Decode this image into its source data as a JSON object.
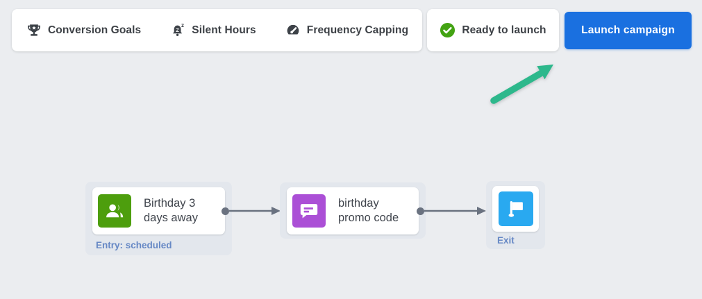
{
  "colors": {
    "page_bg": "#ebedf0",
    "card_bg": "#ffffff",
    "primary_blue": "#1a70e0",
    "success_green": "#43a313",
    "node_green": "#4d9e0d",
    "node_purple": "#ab4fd6",
    "node_blue": "#29a9f0",
    "annotation_teal": "#2db88c",
    "connector_gray": "#6a7280",
    "caption_blue": "#6688c5",
    "toolbar_icon_gray": "#3d4248"
  },
  "toolbar": {
    "items": [
      {
        "label": "Conversion Goals",
        "icon": "trophy-icon"
      },
      {
        "label": "Silent Hours",
        "icon": "bell-snooze-icon"
      },
      {
        "label": "Frequency Capping",
        "icon": "gauge-icon"
      }
    ],
    "status": {
      "label": "Ready to launch",
      "icon": "check-circle-icon"
    },
    "launch_button": "Launch campaign"
  },
  "annotation": {
    "icon": "teal-arrow",
    "points_to": "Launch campaign"
  },
  "flow": {
    "nodes": [
      {
        "type": "entry",
        "icon": "people-icon",
        "title_line1": "Birthday 3",
        "title_line2": "days away",
        "caption": "Entry: scheduled"
      },
      {
        "type": "message",
        "icon": "chat-message-icon",
        "title_line1": "birthday",
        "title_line2": "promo code"
      },
      {
        "type": "exit",
        "icon": "flag-icon",
        "caption": "Exit"
      }
    ]
  }
}
